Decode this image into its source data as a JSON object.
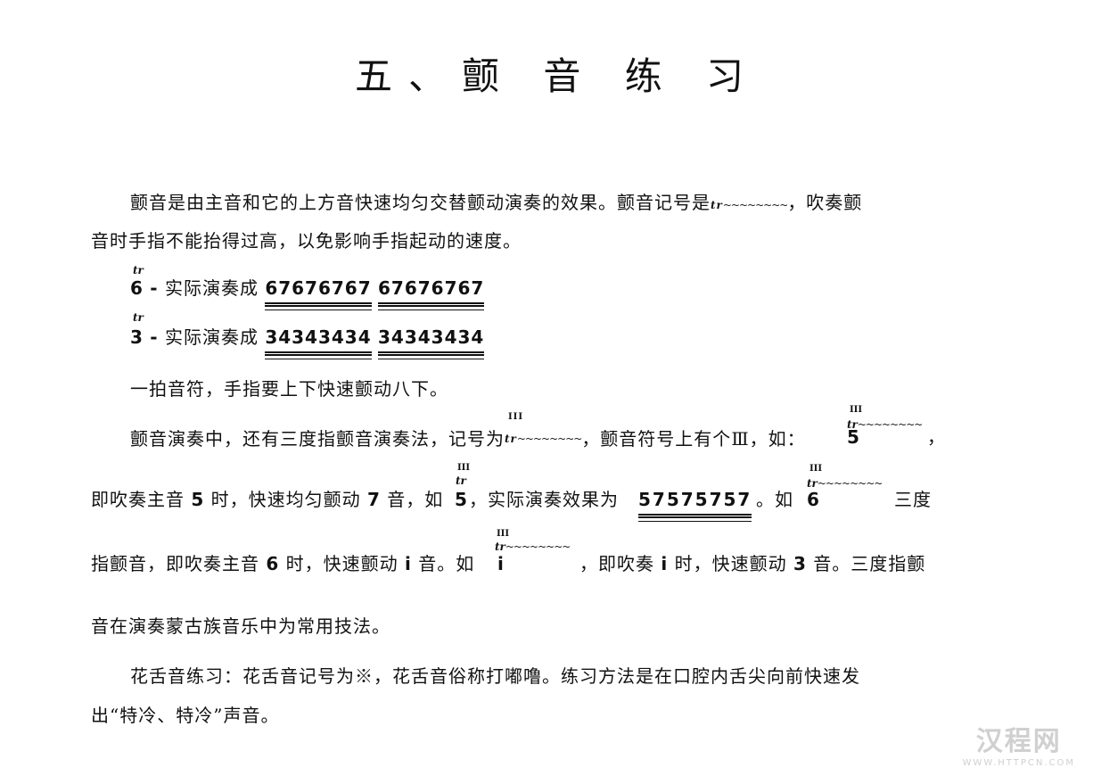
{
  "page": {
    "title": "五、颤 音 练 习",
    "trill_symbol": "tr",
    "wave": "~~~~~~~~",
    "roman3": "III",
    "para1": {
      "line1_a": "颤音是由主音和它的上方音快速均匀交替颤动演奏的效果。颤音记号是",
      "line1_b": "，吹奏颤",
      "line2": "音时手指不能抬得过高，以免影响手指起动的速度。"
    },
    "examples": [
      {
        "note": "6",
        "dash": "-",
        "label": "实际演奏成",
        "group1": "67676767",
        "group2": "67676767"
      },
      {
        "note": "3",
        "dash": "-",
        "label": "实际演奏成",
        "group1": "34343434",
        "group2": "34343434"
      }
    ],
    "para2": "一拍音符，手指要上下快速颤动八下。",
    "para3": {
      "l1_a": "颤音演奏中，还有三度指颤音演奏法，记号为",
      "l1_b": "，颤音符号上有个",
      "l1_roman": "Ⅲ",
      "l1_c": "，如：",
      "l1_note": "5",
      "l1_end": "，",
      "l2_a": "即吹奏主音",
      "l2_n1": "5",
      "l2_b": "时，快速均匀颤动",
      "l2_n2": "7",
      "l2_c": "音，如",
      "l2_note": "5",
      "l2_d": "，实际演奏效果为",
      "l2_result": "57575757",
      "l2_e": "。如",
      "l2_note2": "6",
      "l2_f": "三度",
      "l3_a": "指颤音，即吹奏主音",
      "l3_n1": "6",
      "l3_b": "时，快速颤动",
      "l3_n2": "i",
      "l3_c": "音。如",
      "l3_note": "i",
      "l3_d": "，即吹奏",
      "l3_n3": "i",
      "l3_e": "时，快速颤动",
      "l3_n4": "3",
      "l3_f": "音。三度指颤",
      "l4": "音在演奏蒙古族音乐中为常用技法。"
    },
    "para4": {
      "line1": "花舌音练习：花舌音记号为※，花舌音俗称打嘟噜。练习方法是在口腔内舌尖向前快速发",
      "line2": "出“特冷、特冷”声音。"
    },
    "watermark": {
      "logo": "汉程网",
      "url": "WWW.HTTPCN.COM"
    }
  }
}
